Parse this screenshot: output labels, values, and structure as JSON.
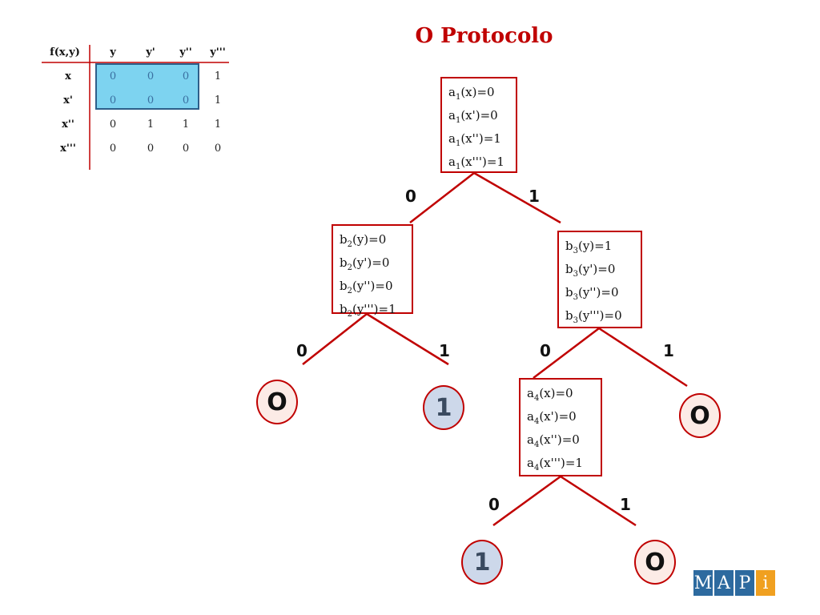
{
  "title": "O Protocolo",
  "truth_table": {
    "corner": "f(x,y)",
    "cols": [
      "y",
      "y'",
      "y''",
      "y'''"
    ],
    "rows": [
      {
        "label": "x",
        "values": [
          "0",
          "0",
          "0",
          "1"
        ]
      },
      {
        "label": "x'",
        "values": [
          "0",
          "0",
          "0",
          "1"
        ]
      },
      {
        "label": "x''",
        "values": [
          "0",
          "1",
          "1",
          "1"
        ]
      },
      {
        "label": "x'''",
        "values": [
          "0",
          "0",
          "0",
          "0"
        ]
      }
    ],
    "highlight_color": "#7dd3f0"
  },
  "tree": {
    "node_a1": [
      "a1(x)=0",
      "a1(x')=0",
      "a1(x'')=1",
      "a1(x''')=1"
    ],
    "node_b2": [
      "b2(y)=0",
      "b2(y')=0",
      "b2(y'')=0",
      "b2(y''')=1"
    ],
    "node_b3": [
      "b3(y)=1",
      "b3(y')=0",
      "b3(y'')=0",
      "b3(y''')=0"
    ],
    "node_a4": [
      "a4(x)=0",
      "a4(x')=0",
      "a4(x'')=0",
      "a4(x''')=1"
    ],
    "edge_labels": {
      "a1_left": "0",
      "a1_right": "1",
      "b2_left": "0",
      "b2_right": "1",
      "b3_left": "0",
      "b3_right": "1",
      "a4_left": "0",
      "a4_right": "1"
    },
    "leaves": {
      "b2_left": "O",
      "b2_right": "1",
      "b3_right": "O",
      "a4_left": "1",
      "a4_right": "O"
    },
    "accent_color": "#c00000"
  },
  "logo": [
    "M",
    "A",
    "P",
    "i"
  ]
}
